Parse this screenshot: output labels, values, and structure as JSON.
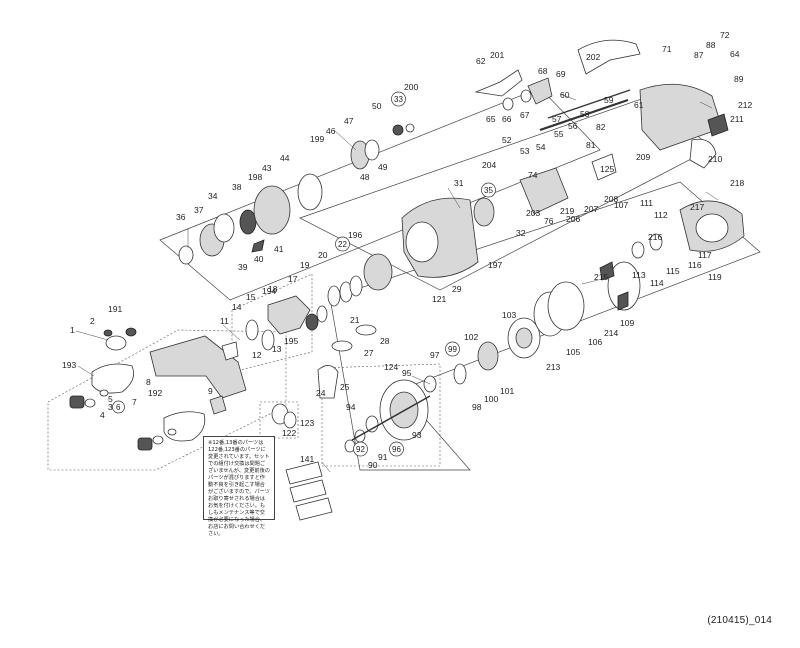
{
  "diagram": {
    "code": "(210415)_014",
    "note": "※12番,13番のパーツは122番,123番のパーツに変更されています。セットでの組付け交換は問題ございませんが、変更前後のパーツが混ぴりますと作動不良を引き起こす場合がございますので、パーツお取り寄せされる場合はお気を付けください。もしもメンテナンス等で交換が必要になった場合、お店にお問い合わせください。",
    "labels": [
      "1",
      "2",
      "3",
      "4",
      "5",
      "6",
      "7",
      "8",
      "9",
      "11",
      "12",
      "13",
      "14",
      "15",
      "17",
      "18",
      "19",
      "20",
      "21",
      "22",
      "24",
      "25",
      "27",
      "28",
      "29",
      "31",
      "32",
      "33",
      "34",
      "35",
      "36",
      "37",
      "38",
      "39",
      "40",
      "41",
      "43",
      "44",
      "46",
      "47",
      "48",
      "49",
      "50",
      "52",
      "53",
      "54",
      "55",
      "56",
      "57",
      "58",
      "59",
      "60",
      "61",
      "62",
      "64",
      "65",
      "66",
      "67",
      "68",
      "69",
      "71",
      "72",
      "74",
      "76",
      "81",
      "82",
      "87",
      "88",
      "89",
      "90",
      "91",
      "92",
      "93",
      "94",
      "95",
      "96",
      "97",
      "98",
      "99",
      "100",
      "101",
      "102",
      "103",
      "105",
      "106",
      "107",
      "109",
      "111",
      "112",
      "113",
      "114",
      "115",
      "116",
      "117",
      "119",
      "121",
      "122",
      "123",
      "124",
      "125",
      "141",
      "191",
      "192",
      "193",
      "194",
      "195",
      "196",
      "197",
      "198",
      "199",
      "200",
      "201",
      "202",
      "203",
      "204",
      "206",
      "207",
      "208",
      "209",
      "210",
      "211",
      "212",
      "213",
      "214",
      "215",
      "216",
      "217",
      "218",
      "219"
    ]
  }
}
